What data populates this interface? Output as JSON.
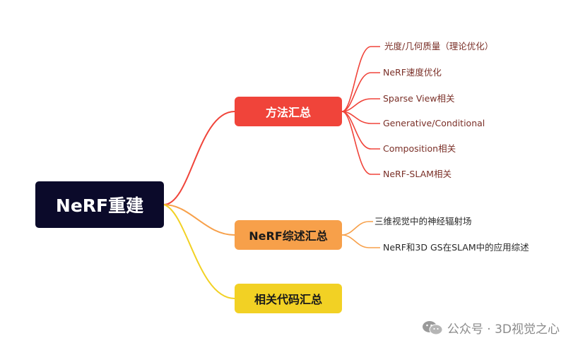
{
  "root": {
    "label": "NeRF重建"
  },
  "branches": [
    {
      "label": "方法汇总",
      "color": "#f0443a",
      "children": [
        "光度/几何质量（理论优化）",
        "NeRF速度优化",
        "Sparse View相关",
        "Generative/Conditional",
        "Composition相关",
        "NeRF-SLAM相关"
      ]
    },
    {
      "label": "NeRF综述汇总",
      "color": "#f7a04a",
      "children": [
        "三维视觉中的神经辐射场",
        "NeRF和3D GS在SLAM中的应用综述"
      ]
    },
    {
      "label": "相关代码汇总",
      "color": "#f2d124",
      "children": []
    }
  ],
  "watermark": {
    "text": "公众号 · 3D视觉之心",
    "icon": "wechat-icon"
  }
}
